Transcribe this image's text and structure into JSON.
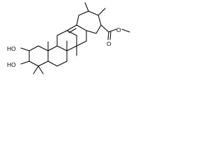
{
  "molecule": {
    "atom_labels": {
      "hydroxyl_upper": "HO",
      "hydroxyl_lower": "HO",
      "carbonyl_oxygen": "O",
      "ester_oxygen": "O"
    }
  },
  "colors": {
    "bond": "#000000",
    "background": "#ffffff"
  }
}
